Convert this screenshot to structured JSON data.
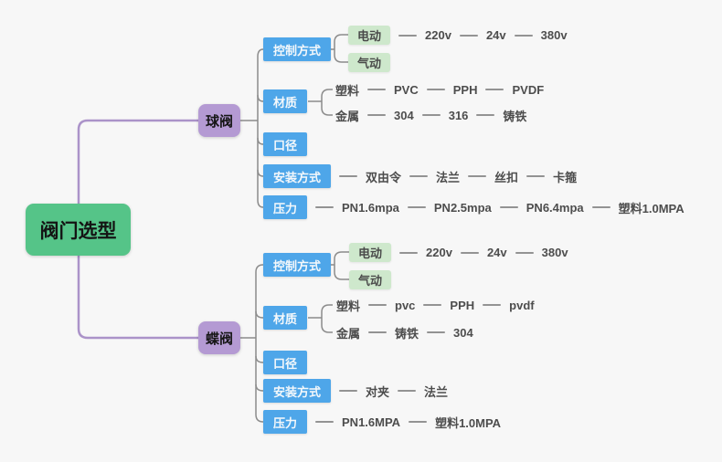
{
  "palette": {
    "background": "#f7f7f7",
    "root_fill": "#55c488",
    "branch_fill": "#b49ad3",
    "category_fill": "#4ea6e9",
    "sub_fill": "#cee8cc",
    "leaf_text": "#4d4d4d",
    "root_line": "#ab93c9",
    "gray_line": "#8c8c8c"
  },
  "root": {
    "label": "阀门选型"
  },
  "branches": [
    {
      "label": "球阀",
      "categories": [
        {
          "label": "控制方式",
          "children": [
            {
              "label": "电动",
              "leaves": [
                "220v",
                "24v",
                "380v"
              ]
            },
            {
              "label": "气动",
              "leaves": []
            }
          ]
        },
        {
          "label": "材质",
          "children": [
            {
              "label": "塑料",
              "leaves": [
                "PVC",
                "PPH",
                "PVDF"
              ]
            },
            {
              "label": "金属",
              "leaves": [
                "304",
                "316",
                "铸铁"
              ]
            }
          ]
        },
        {
          "label": "口径"
        },
        {
          "label": "安装方式",
          "leaves": [
            "双由令",
            "法兰",
            "丝扣",
            "卡箍"
          ]
        },
        {
          "label": "压力",
          "leaves": [
            "PN1.6mpa",
            "PN2.5mpa",
            "PN6.4mpa",
            "塑料1.0MPA"
          ]
        }
      ]
    },
    {
      "label": "蝶阀",
      "categories": [
        {
          "label": "控制方式",
          "children": [
            {
              "label": "电动",
              "leaves": [
                "220v",
                "24v",
                "380v"
              ]
            },
            {
              "label": "气动",
              "leaves": []
            }
          ]
        },
        {
          "label": "材质",
          "children": [
            {
              "label": "塑料",
              "leaves": [
                "pvc",
                "PPH",
                "pvdf"
              ]
            },
            {
              "label": "金属",
              "leaves": [
                "铸铁",
                "304"
              ]
            }
          ]
        },
        {
          "label": "口径"
        },
        {
          "label": "安装方式",
          "leaves": [
            "对夹",
            "法兰"
          ]
        },
        {
          "label": "压力",
          "leaves": [
            "PN1.6MPA",
            "塑料1.0MPA"
          ]
        }
      ]
    }
  ]
}
